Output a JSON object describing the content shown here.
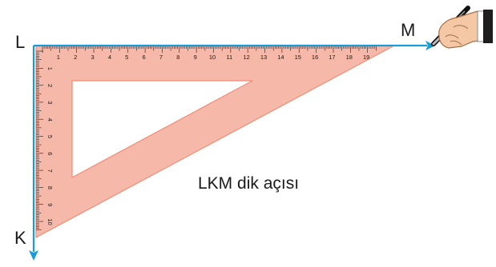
{
  "points": {
    "L": "L",
    "M": "M",
    "K": "K"
  },
  "caption": "LKM dik açısı",
  "ruler": {
    "top_numbers": [
      "1",
      "2",
      "3",
      "4",
      "5",
      "6",
      "7",
      "8",
      "9",
      "10",
      "11",
      "12",
      "13",
      "14",
      "15",
      "16",
      "17",
      "18",
      "19"
    ],
    "left_numbers": [
      "1",
      "2",
      "3",
      "4",
      "5",
      "6",
      "7",
      "8",
      "9",
      "10"
    ]
  },
  "colors": {
    "triangle_fill": "#f6b8a8",
    "triangle_edge": "#f08c74",
    "arrow": "#1a9ad6",
    "ink": "#1a1a1a"
  },
  "icons": {
    "hand": "hand-holding-pen-icon"
  }
}
